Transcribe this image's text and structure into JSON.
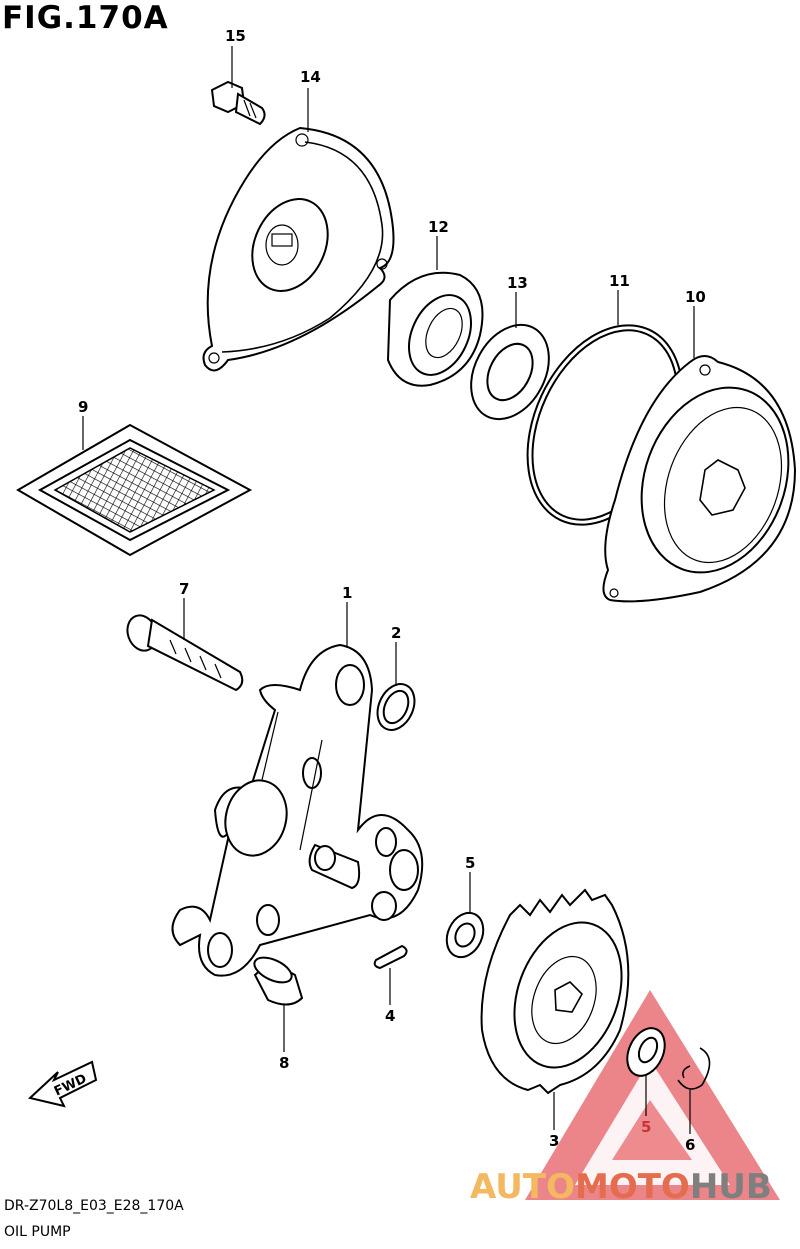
{
  "figure": {
    "title": "FIG.170A",
    "code": "DR-Z70L8_E03_E28_170A",
    "name": "OIL PUMP"
  },
  "fwd_label": "FWD",
  "watermark": {
    "part1": "AUTO",
    "part2": "MOTO",
    "part3": "HUB",
    "colors": {
      "auto": "#f4b860",
      "moto": "#e46d4f",
      "hub": "#7f7f7f",
      "triangle": "#e0343c"
    }
  },
  "callouts": [
    {
      "id": "c15",
      "label": "15"
    },
    {
      "id": "c14",
      "label": "14"
    },
    {
      "id": "c12",
      "label": "12"
    },
    {
      "id": "c13",
      "label": "13"
    },
    {
      "id": "c11",
      "label": "11"
    },
    {
      "id": "c10",
      "label": "10"
    },
    {
      "id": "c9",
      "label": "9"
    },
    {
      "id": "c7",
      "label": "7"
    },
    {
      "id": "c1",
      "label": "1"
    },
    {
      "id": "c2",
      "label": "2"
    },
    {
      "id": "c5a",
      "label": "5"
    },
    {
      "id": "c4",
      "label": "4"
    },
    {
      "id": "c8",
      "label": "8"
    },
    {
      "id": "c3",
      "label": "3"
    },
    {
      "id": "c5b",
      "label": "5"
    },
    {
      "id": "c6",
      "label": "6"
    }
  ]
}
